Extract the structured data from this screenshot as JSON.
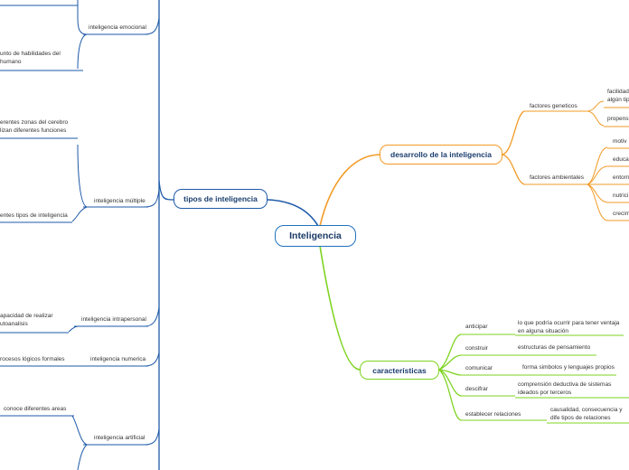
{
  "central": "Inteligencia",
  "branches": {
    "tipos": "tipos de inteligencia",
    "desarrollo": "desarrollo de la inteligencia",
    "caracteristicas": "características"
  },
  "tipos_children": {
    "emocional": "inteligencia emocional",
    "emocional_desc": "unto de habilidades del humano",
    "multiple": "inteligencia múltiple",
    "multiple_desc1": "erentes zonas del cerebro lizan diferentes funciones",
    "multiple_desc2": "entes tipos de inteligencia",
    "intrapersonal": "inteligencia intrapersonal",
    "intrapersonal_desc": "apacidad de realizar utoanalisis",
    "numerica": "inteligencia numerica",
    "numerica_desc": "rocesos lógicos formales",
    "artificial": "inteligencia artificial",
    "artificial_desc": "conoce diferentes areas"
  },
  "desarrollo_children": {
    "geneticos": "factores geneticos",
    "facilidad": "facilidad algún tip",
    "propension": "propensi",
    "ambientales": "factores ambientales",
    "motivacion": "motiv",
    "educacion": "educa",
    "entorno": "entorn",
    "nutricion": "nutrici",
    "crecimiento": "crecim"
  },
  "caracteristicas_children": [
    {
      "label": "anticipar",
      "desc": "lo que podría ocurrir para tener ventaja en alguna situación"
    },
    {
      "label": "construir",
      "desc": "estructuras de pensamiento"
    },
    {
      "label": "comunicar",
      "desc": "forma simbolos y lenguajes propios"
    },
    {
      "label": "descifrar",
      "desc": "comprensión deductiva de sistemas ideados por terceros"
    },
    {
      "label": "establecer relaciones",
      "desc": "causalidad, consecuencia y dife tipos de relaciones"
    }
  ],
  "colors": {
    "blue": "#1e5aa8",
    "orange": "#f29b26",
    "green": "#7ed321",
    "central": "#1e73be"
  }
}
